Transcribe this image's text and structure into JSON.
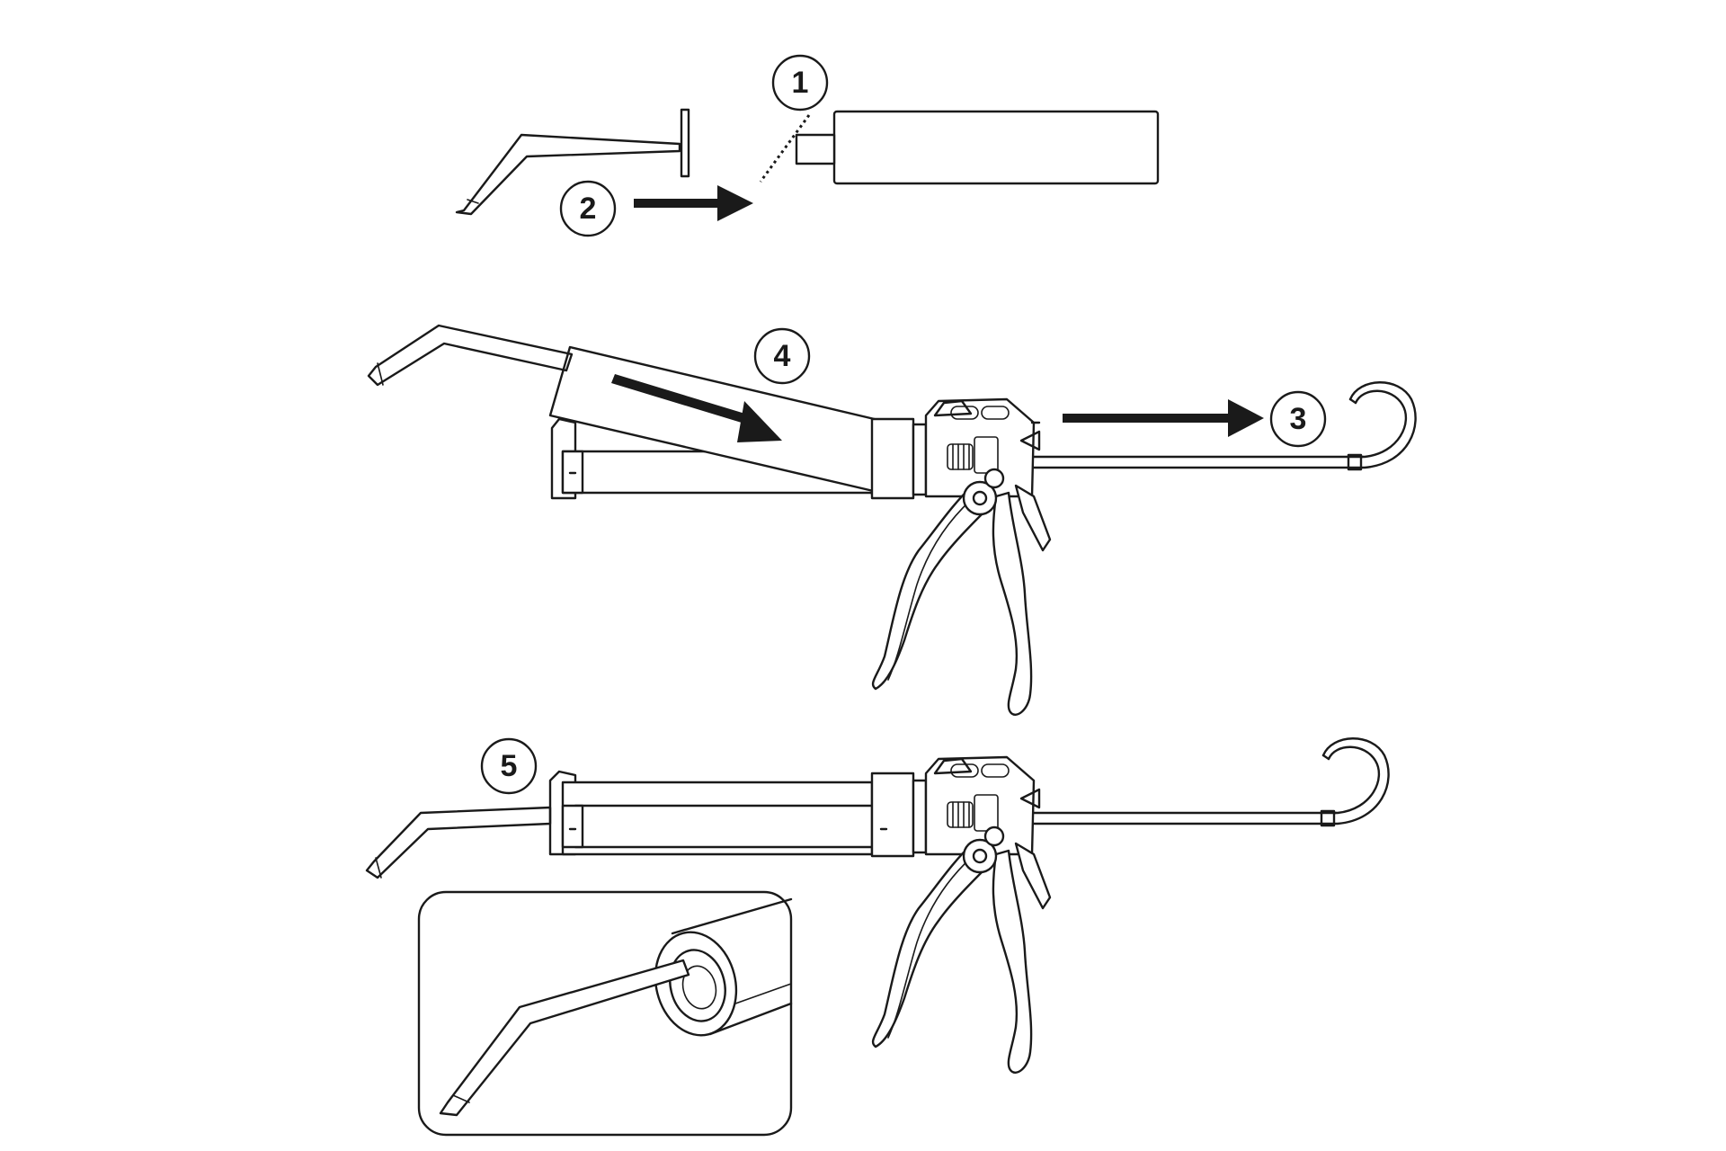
{
  "steps": [
    {
      "id": "1",
      "label": "1"
    },
    {
      "id": "2",
      "label": "2"
    },
    {
      "id": "3",
      "label": "3"
    },
    {
      "id": "4",
      "label": "4"
    },
    {
      "id": "5",
      "label": "5"
    }
  ],
  "colors": {
    "stroke": "#1a1a1a",
    "background": "#ffffff"
  }
}
